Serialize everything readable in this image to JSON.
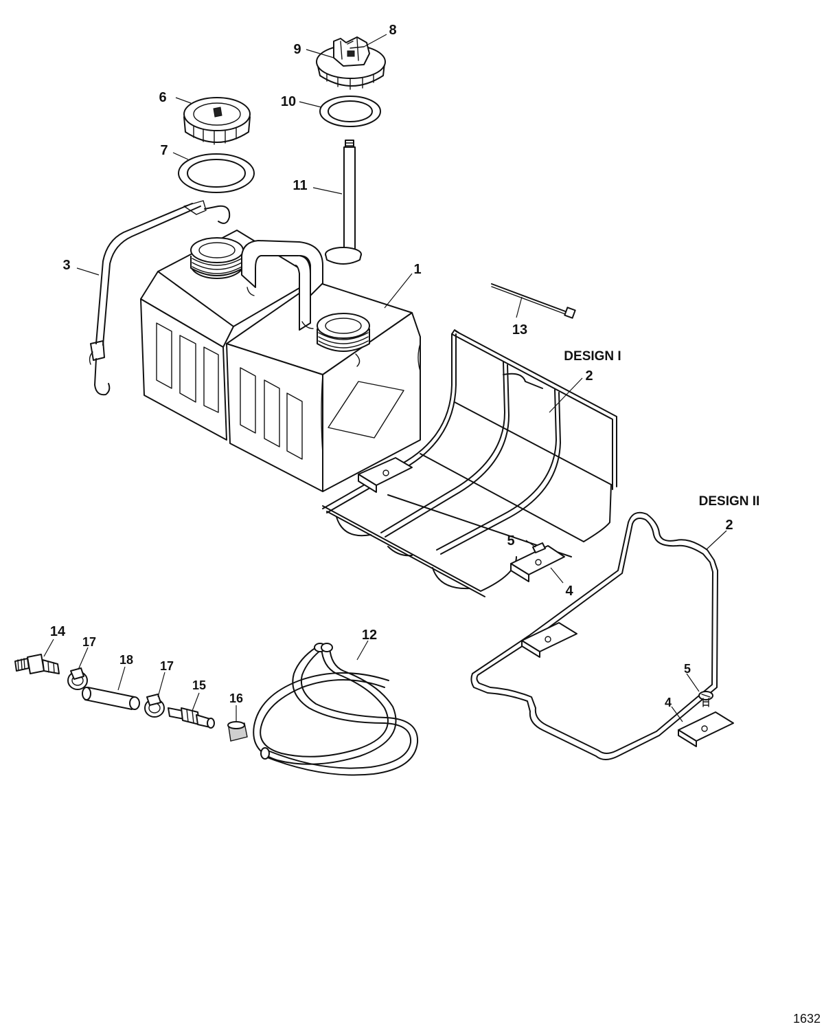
{
  "diagram": {
    "figure_number": "1632",
    "design_labels": {
      "design_1": "DESIGN I",
      "design_2": "DESIGN II"
    },
    "callouts": {
      "c1": "1",
      "c2a": "2",
      "c2b": "2",
      "c3": "3",
      "c4a": "4",
      "c4b": "4",
      "c5a": "5",
      "c5b": "5",
      "c6": "6",
      "c7": "7",
      "c8": "8",
      "c9": "9",
      "c10": "10",
      "c11": "11",
      "c12": "12",
      "c13": "13",
      "c14": "14",
      "c15": "15",
      "c16": "16",
      "c17a": "17",
      "c17b": "17",
      "c18": "18"
    }
  }
}
